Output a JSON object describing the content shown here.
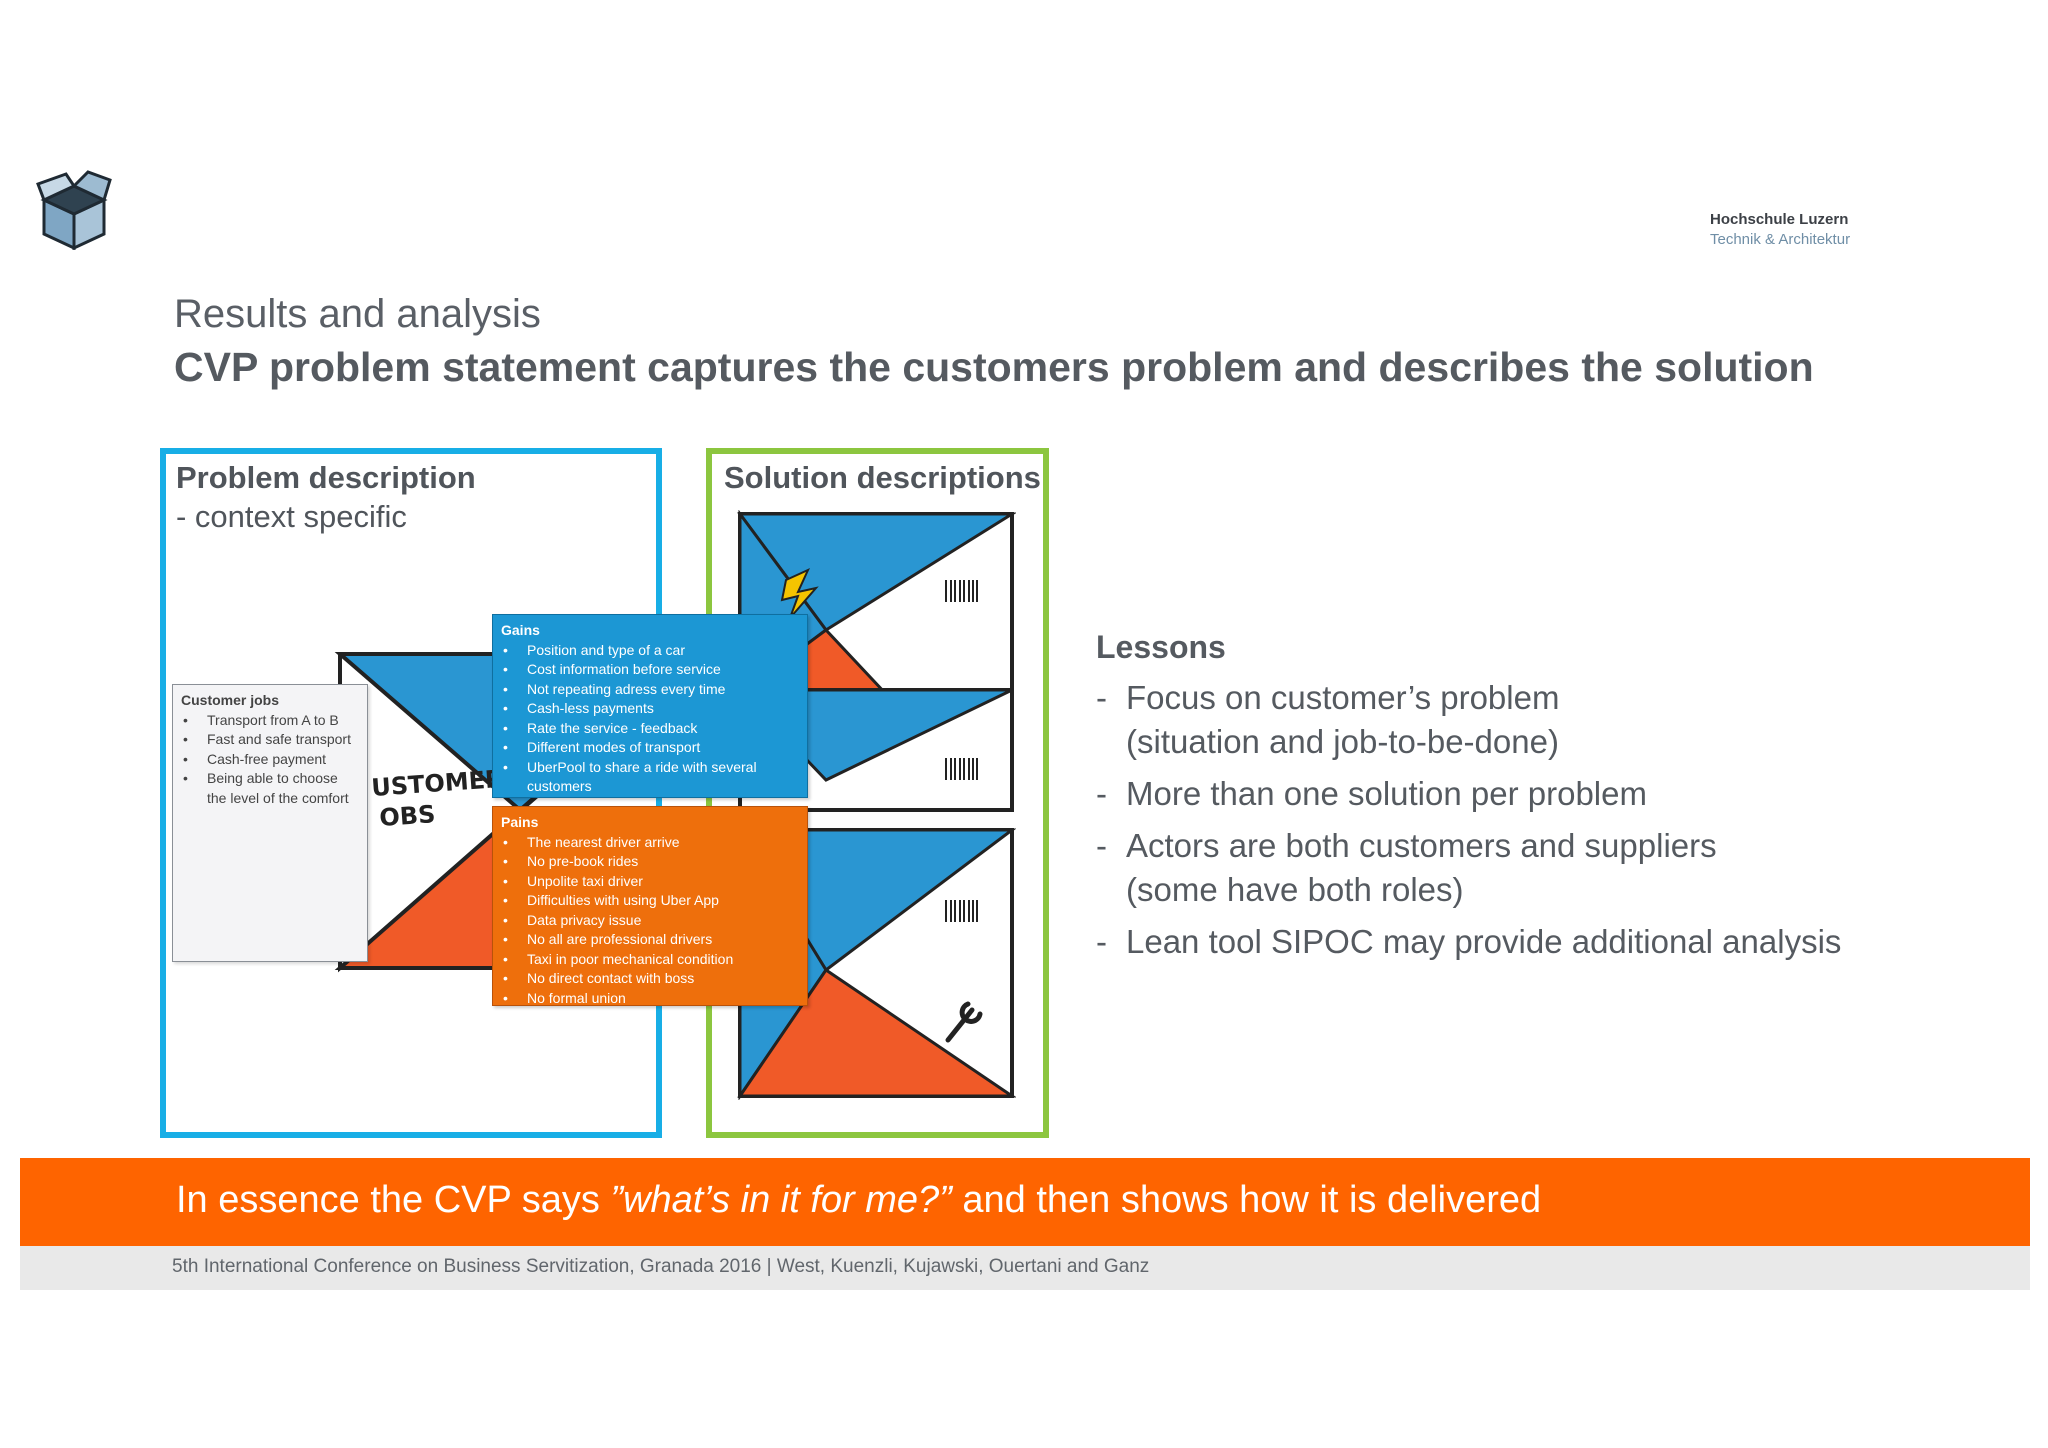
{
  "institution": {
    "name": "Hochschule Luzern",
    "department": "Technik & Architektur"
  },
  "slide": {
    "section_title": "Results and analysis",
    "headline": "CVP problem statement captures the customers problem and describes the solution"
  },
  "problem_panel": {
    "title": "Problem description",
    "subtitle": "- context specific",
    "sketch_label": "USTOMER\nOBS",
    "customer_jobs": {
      "heading": "Customer jobs",
      "items": [
        "Transport from A to B",
        "Fast and safe transport",
        "Cash-free payment",
        "Being able to choose the level of the comfort"
      ]
    },
    "gains": {
      "heading": "Gains",
      "items": [
        "Position and type of a car",
        "Cost information before service",
        "Not repeating adress every time",
        "Cash-less payments",
        "Rate the service - feedback",
        "Different modes of transport",
        "UberPool to share a ride with several customers"
      ]
    },
    "pains": {
      "heading": "Pains",
      "items": [
        "The nearest driver arrive",
        "No pre-book rides",
        "Unpolite taxi driver",
        "Difficulties with using Uber App",
        "Data privacy issue",
        "No all are professional drivers",
        "Taxi in poor mechanical condition",
        "No direct contact with boss",
        "No formal union"
      ]
    }
  },
  "solution_panel": {
    "title": "Solution descriptions"
  },
  "lessons": {
    "title": "Lessons",
    "items": [
      "Focus on customer’s problem\n(situation and job-to-be-done)",
      "More than one solution per problem",
      "Actors are both customers and suppliers\n(some have both roles)",
      "Lean tool SIPOC may provide additional analysis"
    ]
  },
  "essence": {
    "prefix": "In essence the CVP says ",
    "quote": "”what’s in it for me?”",
    "suffix": " and then shows how it is delivered"
  },
  "footer": {
    "text": "5th International Conference on Business Servitization, Granada 2016 | West, Kuenzli, Kujawski, Ouertani and Ganz"
  },
  "colors": {
    "accent_orange": "#fe6400",
    "problem_frame": "#18aee6",
    "solution_frame": "#8cc63f",
    "gains_note": "#1c97d4",
    "pains_note": "#ee6f0c"
  }
}
